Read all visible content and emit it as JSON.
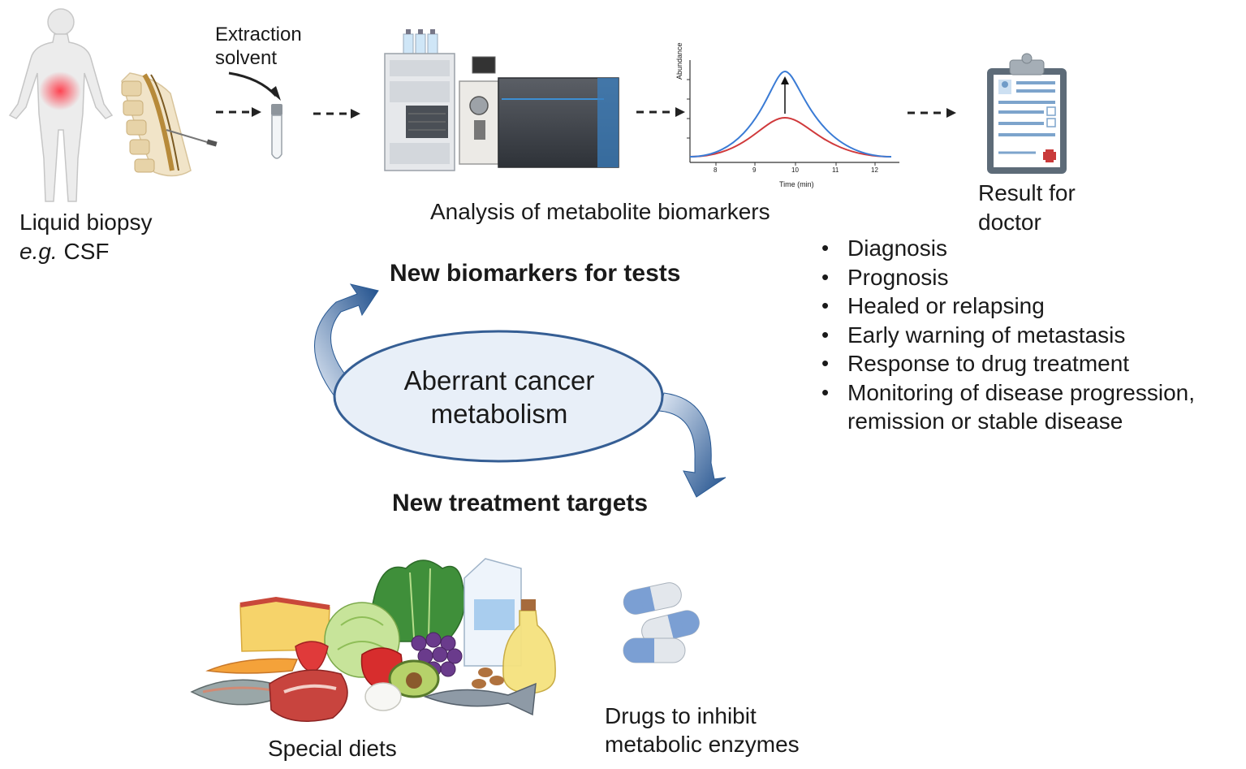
{
  "labels": {
    "extraction_line1": "Extraction",
    "extraction_line2": "solvent",
    "biopsy_line1": "Liquid biopsy",
    "biopsy_eg": "e.g.",
    "biopsy_csf": " CSF",
    "analysis": "Analysis of metabolite biomarkers",
    "result_line1": "Result for",
    "result_line2": "doctor",
    "new_biomarkers": "New biomarkers for tests",
    "aberrant_line1": "Aberrant cancer",
    "aberrant_line2": "metabolism",
    "new_targets": "New treatment targets",
    "special_diets": "Special diets",
    "drugs_line1": "Drugs to inhibit",
    "drugs_line2": "metabolic enzymes"
  },
  "results": [
    "Diagnosis",
    "Prognosis",
    "Healed or relapsing",
    "Early warning of metastasis",
    "Response to drug treatment",
    "Monitoring of disease progression,",
    "remission or stable disease"
  ],
  "chromatogram": {
    "ylabel": "Abundance",
    "xlabel": "Time (min)",
    "ticks": [
      "8",
      "9",
      "10",
      "11",
      "12"
    ]
  },
  "icons": [
    "human-body-icon",
    "spine-needle-icon",
    "test-tube-icon",
    "lc-ms-instrument-icon",
    "chromatogram-icon",
    "clipboard-report-icon",
    "food-group-icon",
    "pills-icon"
  ],
  "colors": {
    "arrow_blue": "#2a5a94",
    "ellipse_fill": "#e8eff8",
    "ellipse_stroke": "#355e94",
    "peak_blue": "#3a7bd5",
    "peak_red": "#d0393b"
  }
}
